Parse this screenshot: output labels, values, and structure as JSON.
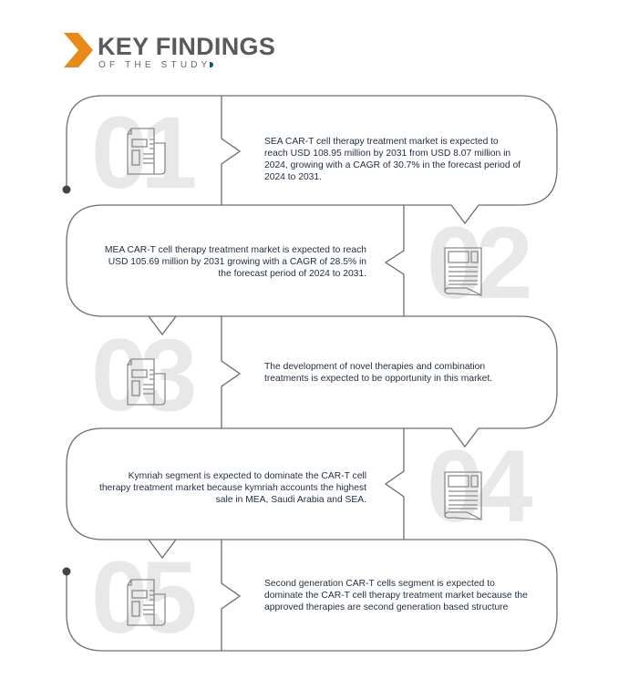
{
  "header": {
    "title": "KEY FINDINGS",
    "subtitle": "OF THE STUDY",
    "accent_color": "#e8891a",
    "dot_color": "#1d4f73"
  },
  "findings": [
    {
      "number": "01",
      "icon": "newspaper-icon",
      "text": "SEA CAR-T cell therapy treatment market is expected to reach USD 108.95 million by 2031 from USD 8.07 million in 2024, growing with a CAGR of 30.7% in the forecast period of 2024 to 2031."
    },
    {
      "number": "02",
      "icon": "newspaper-icon",
      "text": "MEA CAR-T cell therapy treatment market is expected to reach USD 105.69 million by 2031 growing with a CAGR of 28.5% in the forecast period of 2024 to 2031."
    },
    {
      "number": "03",
      "icon": "newspaper-icon",
      "text": "The development of novel therapies and combination treatments is expected to be  opportunity in this market."
    },
    {
      "number": "04",
      "icon": "newspaper-icon",
      "text": "Kymriah segment is expected to dominate the CAR-T cell therapy treatment market because kymriah accounts the highest sale in MEA, Saudi Arabia and SEA."
    },
    {
      "number": "05",
      "icon": "newspaper-icon",
      "text": "Second generation CAR-T cells segment is expected to dominate the CAR-T cell therapy treatment market because the approved therapies are second generation based structure"
    }
  ]
}
